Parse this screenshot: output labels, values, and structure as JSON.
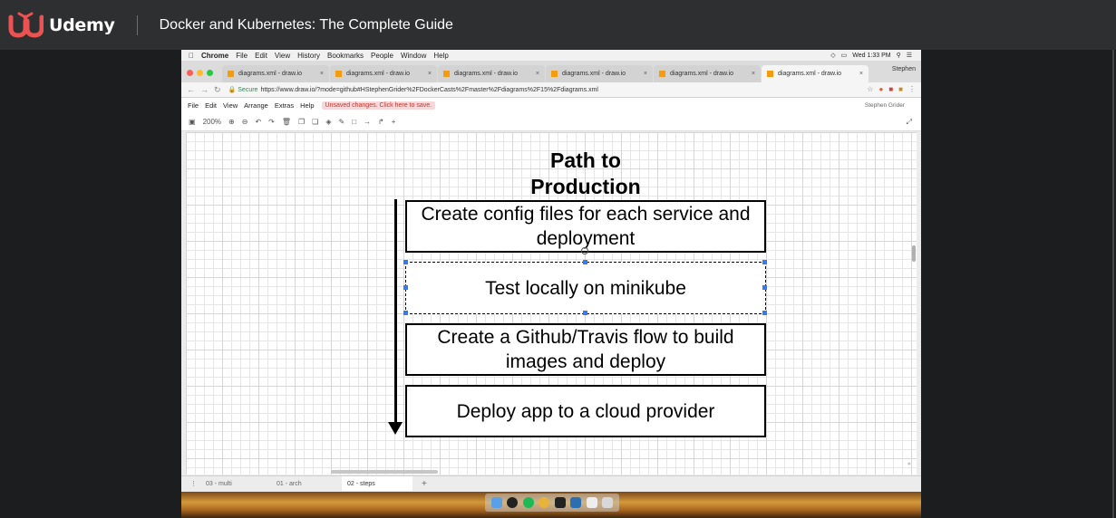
{
  "udemy": {
    "brand": "Udemy",
    "course_title": "Docker and Kubernetes: The Complete Guide",
    "brand_color": "#ec5252"
  },
  "mac_menubar": {
    "items": [
      "Chrome",
      "File",
      "Edit",
      "View",
      "History",
      "Bookmarks",
      "People",
      "Window",
      "Help"
    ],
    "clock": "Wed 1:33 PM"
  },
  "chrome": {
    "tabs": [
      {
        "title": "diagrams.xml - draw.io"
      },
      {
        "title": "diagrams.xml - draw.io"
      },
      {
        "title": "diagrams.xml - draw.io"
      },
      {
        "title": "diagrams.xml - draw.io"
      },
      {
        "title": "diagrams.xml - draw.io"
      },
      {
        "title": "diagrams.xml - draw.io"
      }
    ],
    "profile": "Stephen",
    "secure_label": "Secure",
    "url": "https://www.draw.io/?mode=github#HStephenGrider%2FDockerCasts%2Fmaster%2Fdiagrams%2F15%2Fdiagrams.xml"
  },
  "drawio": {
    "menu": [
      "File",
      "Edit",
      "View",
      "Arrange",
      "Extras",
      "Help"
    ],
    "unsaved_notice": "Unsaved changes. Click here to save.",
    "user": "Stephen Grider",
    "zoom": "200%",
    "page_tabs": [
      "03 - multi",
      "01 - arch",
      "02 - steps"
    ],
    "active_page": "02 - steps"
  },
  "diagram": {
    "title": "Path to Production",
    "steps": [
      "Create config files for each service and deployment",
      "Test locally on minikube",
      "Create a Github/Travis flow to build images and deploy",
      "Deploy app to a cloud provider"
    ],
    "selected_step": 1
  }
}
